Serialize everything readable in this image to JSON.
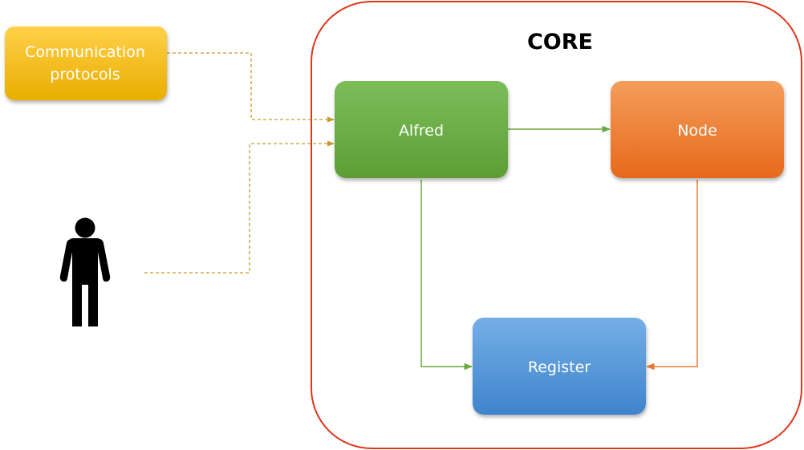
{
  "core": {
    "title": "CORE",
    "border_color": "#e0361a"
  },
  "nodes": {
    "protocols": {
      "line1": "Communication",
      "line2": "protocols",
      "color_top": "#ffd04a",
      "color_bottom": "#e9ad00"
    },
    "alfred": {
      "label": "Alfred",
      "color_top": "#7cbd5a",
      "color_bottom": "#5c9e34"
    },
    "node": {
      "label": "Node",
      "color_top": "#f59d5b",
      "color_bottom": "#e5691b"
    },
    "register": {
      "label": "Register",
      "color_top": "#74aee6",
      "color_bottom": "#3f84cc"
    }
  },
  "connectors": {
    "protocols_to_alfred": {
      "color": "#c89b2a",
      "style": "dashed"
    },
    "user_to_alfred": {
      "color": "#c89b2a",
      "style": "dashed"
    },
    "alfred_to_node": {
      "color": "#6aaa3e",
      "style": "solid"
    },
    "alfred_to_register": {
      "color": "#6aaa3e",
      "style": "solid"
    },
    "node_to_register": {
      "color": "#e87830",
      "style": "solid"
    }
  },
  "icons": {
    "user": "person-icon"
  }
}
